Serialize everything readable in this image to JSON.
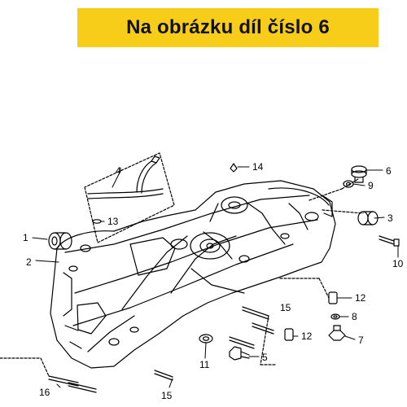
{
  "banner": {
    "text": "Na obrázku díl číslo 6",
    "color": "#F7CD1A"
  },
  "diagram": {
    "kind": "exploded parts diagram - crankcase",
    "callouts": [
      "1",
      "2",
      "3",
      "4",
      "5",
      "6",
      "7",
      "8",
      "9",
      "10",
      "11",
      "12",
      "12",
      "13",
      "14",
      "15",
      "15",
      "16"
    ]
  }
}
